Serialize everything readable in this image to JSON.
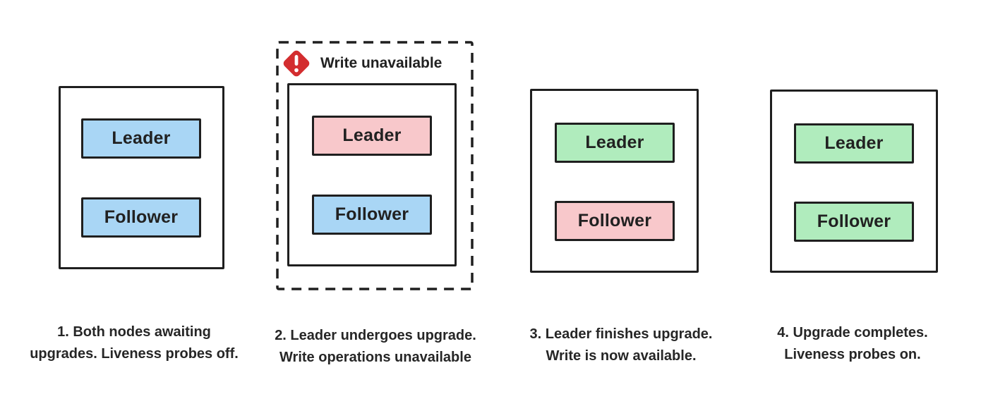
{
  "diagram": {
    "background": "#ffffff",
    "ink": "#1f1f1f",
    "colors": {
      "awaiting_blue": "#a9d6f5",
      "upgrading_pink": "#f8c8cb",
      "upgraded_green": "#b0ecbd",
      "alert_red": "#d32d2f"
    },
    "panels": [
      {
        "number": "1",
        "caption": [
          "1. Both nodes awaiting",
          "upgrades. Liveness probes off."
        ],
        "nodes": [
          {
            "label": "Leader",
            "fill": "#a9d6f5"
          },
          {
            "label": "Follower",
            "fill": "#a9d6f5"
          }
        ]
      },
      {
        "number": "2",
        "alert": {
          "icon": "warning-diamond-icon",
          "label": "Write unavailable",
          "color": "#d32d2f"
        },
        "caption": [
          "2. Leader undergoes upgrade.",
          "Write operations unavailable"
        ],
        "nodes": [
          {
            "label": "Leader",
            "fill": "#f8c8cb"
          },
          {
            "label": "Follower",
            "fill": "#a9d6f5"
          }
        ]
      },
      {
        "number": "3",
        "caption": [
          "3. Leader finishes upgrade.",
          "Write is now available."
        ],
        "nodes": [
          {
            "label": "Leader",
            "fill": "#b0ecbd"
          },
          {
            "label": "Follower",
            "fill": "#f8c8cb"
          }
        ]
      },
      {
        "number": "4",
        "caption": [
          "4. Upgrade completes.",
          "Liveness probes on."
        ],
        "nodes": [
          {
            "label": "Leader",
            "fill": "#b0ecbd"
          },
          {
            "label": "Follower",
            "fill": "#b0ecbd"
          }
        ]
      }
    ]
  }
}
